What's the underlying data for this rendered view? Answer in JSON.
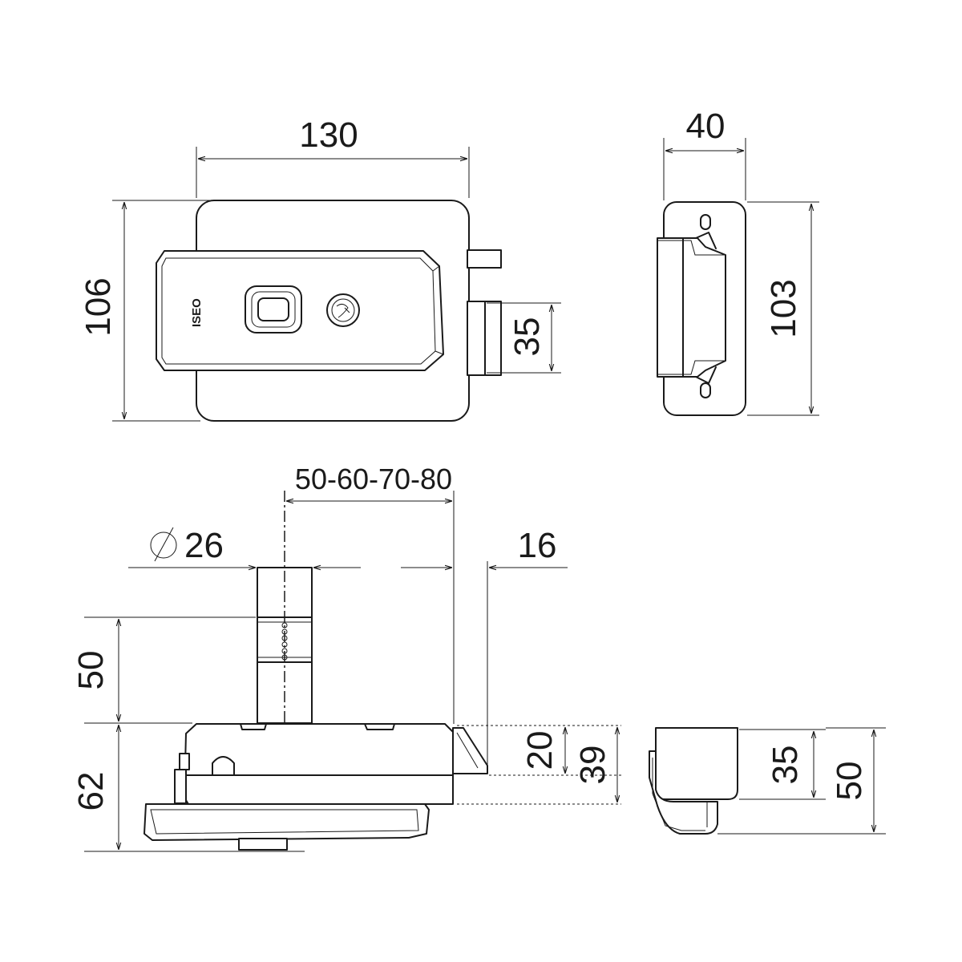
{
  "brand_logo": "ISEO",
  "front_view": {
    "width_label": "130",
    "height_label": "106",
    "bolt_label": "35"
  },
  "side_view": {
    "width_label": "40",
    "height_label": "103"
  },
  "top_view": {
    "backset_label": "50-60-70-80",
    "diameter_label": "26",
    "offset_label": "16",
    "cylinder_label": "50",
    "depth_label": "62",
    "bolt_proj_label": "20",
    "case_label": "39"
  },
  "keeper_view": {
    "inner_label": "35",
    "outer_label": "50"
  }
}
